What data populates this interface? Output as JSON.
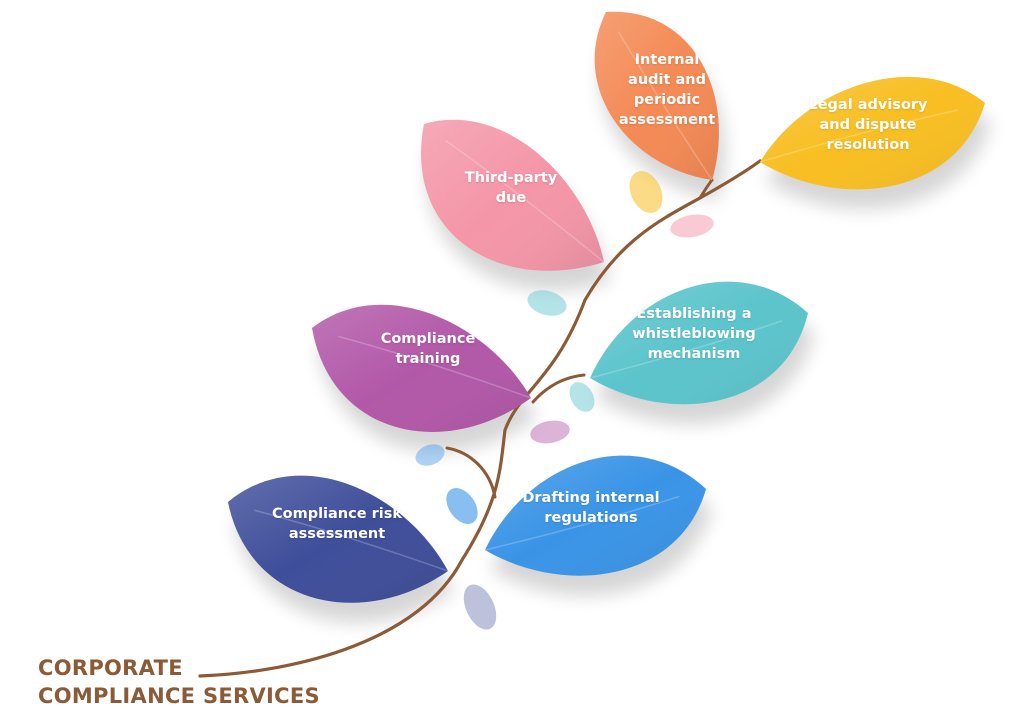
{
  "title": {
    "line1": "CORPORATE",
    "line2": "COMPLIANCE SERVICES"
  },
  "leaves": [
    {
      "id": "risk",
      "label": "Compliance risk\nassessment",
      "color": "#3f4e9a"
    },
    {
      "id": "drafting",
      "label": "Drafting internal\nregulations",
      "color": "#3a94e6"
    },
    {
      "id": "training",
      "label": "Compliance\ntraining",
      "color": "#b258a8"
    },
    {
      "id": "whistle",
      "label": "Establishing a\nwhistleblowing\nmechanism",
      "color": "#5cc4cc"
    },
    {
      "id": "thirdparty",
      "label": "Third-party\ndue",
      "color": "#f496a8"
    },
    {
      "id": "audit",
      "label": "Internal\naudit and\nperiodic\nassessment",
      "color": "#f48a55"
    },
    {
      "id": "legal",
      "label": "Legal advisory\nand dispute\nresolution",
      "color": "#f8be22"
    }
  ],
  "colors": {
    "stem": "#8b5a36",
    "title": "#8b5a36"
  }
}
